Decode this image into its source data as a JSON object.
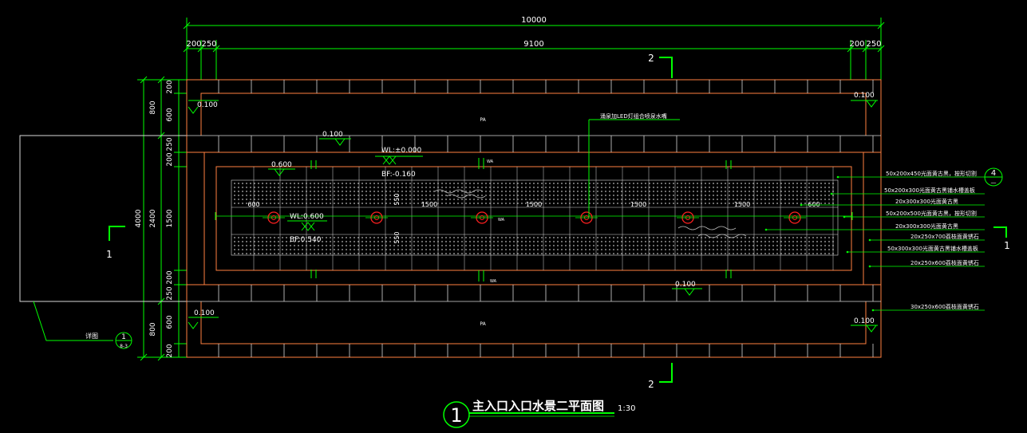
{
  "dimensions": {
    "top_total": "10000",
    "top_segments": [
      "200",
      "250",
      "9100",
      "200",
      "250"
    ],
    "left_outer": [
      "800",
      "2400",
      "800"
    ],
    "left_total": "4000",
    "left_inner": [
      "200",
      "600",
      "250",
      "200",
      "1500",
      "200",
      "250",
      "600",
      "200"
    ],
    "inner_spacing": [
      "600",
      "1500",
      "1500",
      "1500",
      "1500",
      "600"
    ],
    "vertical_small": [
      "550",
      "550"
    ]
  },
  "section_marks": {
    "section_2_top": "2",
    "section_2_bottom": "2",
    "section_1_left": "1",
    "section_1_right": "1"
  },
  "levels": {
    "top_left": "0.100",
    "top_right": "0.100",
    "upper_mid": "0.100",
    "pool_left": "0.600",
    "wl_top": "WL:±0.000",
    "bf_top": "BF:-0.160",
    "wl_jet": "WL:0.600",
    "bf_jet": "BF:0.540",
    "lower_mid": "0.100",
    "bottom_left": "0.100",
    "bottom_right": "0.100"
  },
  "area_tags": {
    "pa_top": "PA",
    "pa_bottom": "PA",
    "wa_top": "WA",
    "wa_mid": "WA",
    "wa_bottom": "WA"
  },
  "callouts": {
    "top": "涌泉加LED灯组合喷泉水嘴",
    "right": [
      "50x200x450光面黄古黑，按形切割",
      "50x200x300光面黄古黑铺水槽盖板",
      "20x300x300光面黄古黑",
      "50x200x500光面黄古黑，按形切割",
      "20x300x300光面黄古黑",
      "20x250x700荔枝面黄锈石",
      "50x300x300光面黄古黑铺水槽盖板",
      "20x250x600荔枝面黄锈石",
      "30x250x600荔枝面黄锈石"
    ],
    "detail_ref_left": "详图",
    "detail_ref_left_num": "1",
    "detail_ref_left_sheet": "8-3",
    "detail_ref_right_num": "4",
    "detail_ref_right_sheet": "—"
  },
  "title": {
    "number": "1",
    "text": "主入口入口水景二平面图",
    "scale": "1:30"
  },
  "colors": {
    "background": "#000000",
    "dimension": "#00ff00",
    "outline": "#ff8040",
    "grid": "#d9d9d9",
    "text": "#ffffff",
    "jet": "#ff2020",
    "dots": "#bbbbbb"
  }
}
